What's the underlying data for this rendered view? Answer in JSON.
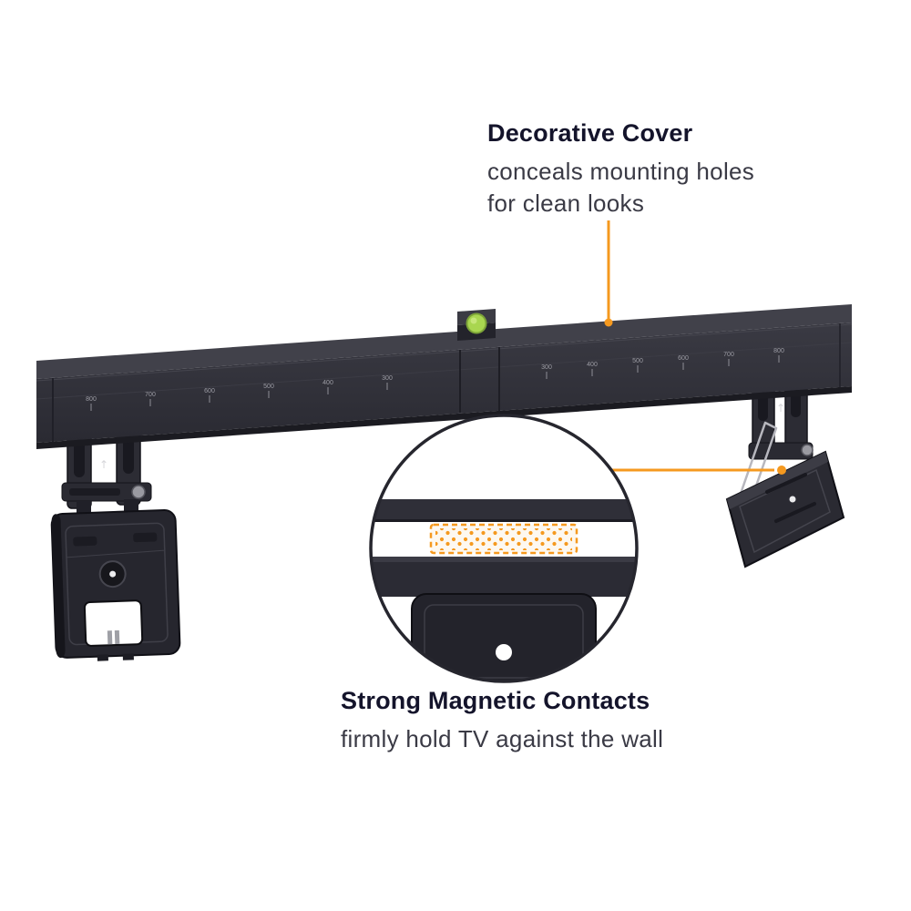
{
  "callouts": {
    "decorative_cover": {
      "title": "Decorative Cover",
      "description_line1": "conceals mounting holes",
      "description_line2": "for clean looks"
    },
    "magnetic_contacts": {
      "title": "Strong Magnetic Contacts",
      "description": "firmly hold TV against the wall"
    }
  },
  "illustration": {
    "up_arrow": "↑",
    "ruler_labels_left": [
      "800",
      "700",
      "600",
      "500",
      "400",
      "300"
    ],
    "ruler_labels_right": [
      "300",
      "400",
      "500",
      "600",
      "700",
      "800"
    ]
  },
  "colors": {
    "accent_orange": "#F5991F",
    "rail_dark": "#32323A",
    "bracket_dark": "#26262E",
    "level_green": "#A9D650",
    "heading_text": "#14142B",
    "body_text": "#3A3A45",
    "background": "#FFFFFF"
  }
}
